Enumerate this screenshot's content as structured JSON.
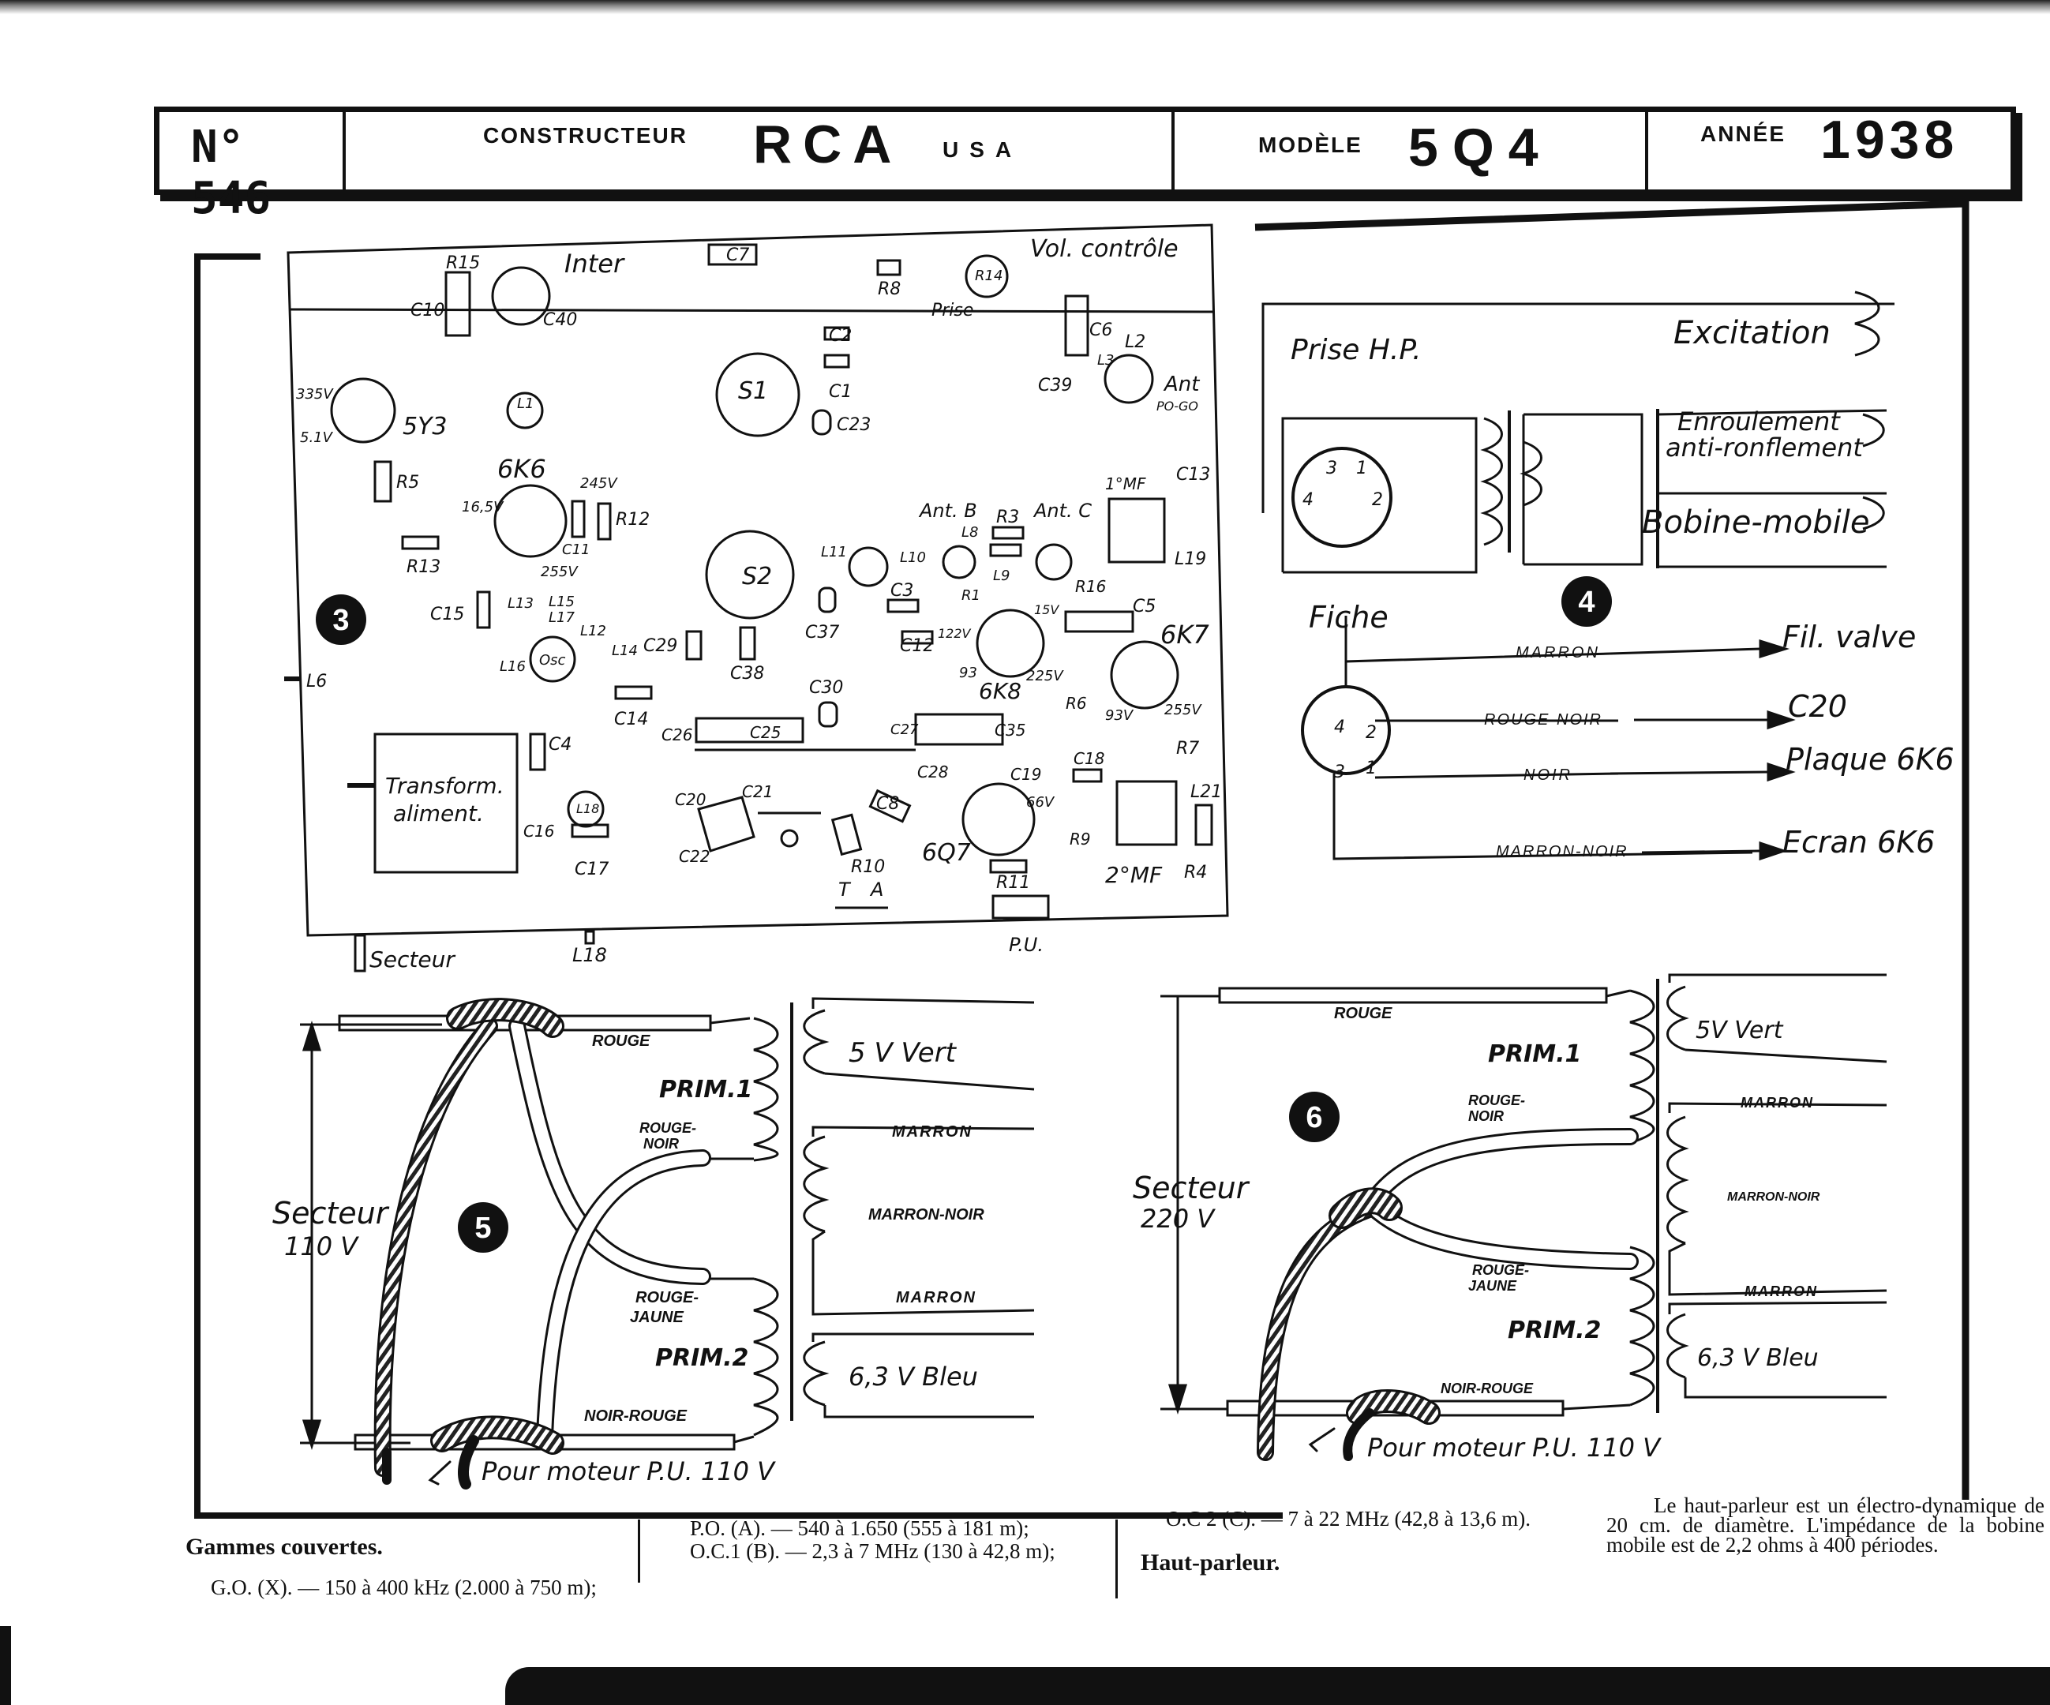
{
  "header": {
    "number": "N° 546",
    "constructeur_label": "CONSTRUCTEUR",
    "constructeur": "RCA",
    "country": "USA",
    "modele_label": "MODÈLE",
    "modele": "5Q4",
    "annee_label": "ANNÉE",
    "annee": "1938"
  },
  "fig3": {
    "badge": "3",
    "labels": {
      "r15": "R15",
      "inter": "Inter",
      "c7": "C7",
      "r8": "R8",
      "r14": "R14",
      "vol": "Vol. contrôle",
      "prise": "Prise",
      "c10": "C10",
      "c40": "C40",
      "l1": "L1",
      "c2": "C2",
      "c1": "C1",
      "s1": "S1",
      "c23": "C23",
      "c6": "C6",
      "l3": "L3",
      "l2": "L2",
      "c39": "C39",
      "ant": "Ant",
      "pogo": "PO-GO",
      "v335": "335V",
      "v51": "5.1V",
      "t5y3": "5Y3",
      "r5": "R5",
      "t6k6": "6K6",
      "v245": "245V",
      "r12": "R12",
      "v165": "16,5V",
      "c11": "C11",
      "v255": "255V",
      "r13": "R13",
      "c13": "C13",
      "mf1": "1°MF",
      "antb": "Ant. B",
      "antc": "Ant. C",
      "r3": "R3",
      "l8": "L8",
      "l9": "L9",
      "l10": "L10",
      "l11": "L11",
      "s2": "S2",
      "l19": "L19",
      "r16": "R16",
      "c15": "C15",
      "l13": "L13",
      "l15": "L15",
      "l17": "L17",
      "l12": "L12",
      "l14": "L14",
      "l16": "L16",
      "osc": "Osc",
      "c29": "C29",
      "c38": "C38",
      "c37": "C37",
      "c3": "C3",
      "c12": "C12",
      "r1": "R1",
      "v122": "122V",
      "v15": "15V",
      "c5": "C5",
      "t6k7": "6K7",
      "t6k8": "6K8",
      "v225": "225V",
      "v93": "93",
      "v93b": "93V",
      "v255b": "255V",
      "r6": "R6",
      "l6": "L6",
      "c14": "C14",
      "c30": "C30",
      "c26": "C26",
      "c25": "C25",
      "c27": "C27",
      "c35": "C35",
      "c28": "C28",
      "c19": "C19",
      "c18": "C18",
      "r7": "R7",
      "c4": "C4",
      "transfo1": "Transform.",
      "transfo2": "aliment.",
      "c16": "C16",
      "l18": "L18",
      "c17": "C17",
      "c20": "C20",
      "c21": "C21",
      "c22": "C22",
      "c8": "C8",
      "r10": "R10",
      "v66": "66V",
      "t6q7": "6Q7",
      "r11": "R11",
      "r9": "R9",
      "mf2": "2°MF",
      "r4": "R4",
      "l21": "L21",
      "t": "T",
      "a": "A",
      "pu": "P.U.",
      "secteur": "Secteur",
      "l18b": "L18"
    }
  },
  "fig4": {
    "badge": "4",
    "prise_hp": "Prise H.P.",
    "excitation": "Excitation",
    "enroulement1": "Enroulement",
    "enroulement2": "anti-ronflement",
    "bobine": "Bobine-mobile",
    "fiche": "Fiche",
    "pins": [
      "1",
      "2",
      "3",
      "4"
    ],
    "wires": [
      {
        "color": "MARRON",
        "to": "Fil. valve"
      },
      {
        "color": "ROUGE-NOIR",
        "to": "C20"
      },
      {
        "color": "NOIR",
        "to": "Plaque 6K6"
      },
      {
        "color": "MARRON-NOIR",
        "to": "Ecran 6K6"
      }
    ]
  },
  "fig5": {
    "badge": "5",
    "secteur1": "Secteur",
    "secteur2": "110 V",
    "rouge": "ROUGE",
    "rouge_noir1": "ROUGE-",
    "rouge_noir2": "NOIR",
    "rouge_jaune1": "ROUGE-",
    "rouge_jaune2": "JAUNE",
    "noir_rouge": "NOIR-ROUGE",
    "prim1": "PRIM.1",
    "prim2": "PRIM.2",
    "v5": "5 V  Vert",
    "marron": "MARRON",
    "marron_noir": "MARRON-NOIR",
    "marron2": "MARRON",
    "v63": "6,3 V  Bleu",
    "moteur": "Pour moteur P.U. 110 V"
  },
  "fig6": {
    "badge": "6",
    "secteur1": "Secteur",
    "secteur2": "220 V",
    "rouge": "ROUGE",
    "rouge_noir1": "ROUGE-",
    "rouge_noir2": "NOIR",
    "rouge_jaune1": "ROUGE-",
    "rouge_jaune2": "JAUNE",
    "noir_rouge": "NOIR-ROUGE",
    "prim1": "PRIM.1",
    "prim2": "PRIM.2",
    "v5": "5V  Vert",
    "marron": "MARRON",
    "marron_noir": "MARRON-NOIR",
    "marron2": "MARRON",
    "v63": "6,3 V  Bleu",
    "moteur": "Pour moteur P.U. 110 V"
  },
  "footer": {
    "gammes_title": "Gammes couvertes.",
    "go": "G.O. (X). — 150 à 400 kHz (2.000 à 750 m);",
    "po": "P.O. (A). — 540 à 1.650 (555 à 181 m);",
    "oc1": "O.C.1 (B). — 2,3 à 7 MHz (130 à 42,8 m);",
    "oc2": "O.C 2 (C). — 7 à 22 MHz (42,8 à 13,6 m).",
    "hp_title": "Haut-parleur.",
    "hp_text": "Le haut-parleur est un électro-dynamique de 20 cm. de diamètre. L'impédance de la bobine mobile est de 2,2 ohms à 400 périodes."
  }
}
